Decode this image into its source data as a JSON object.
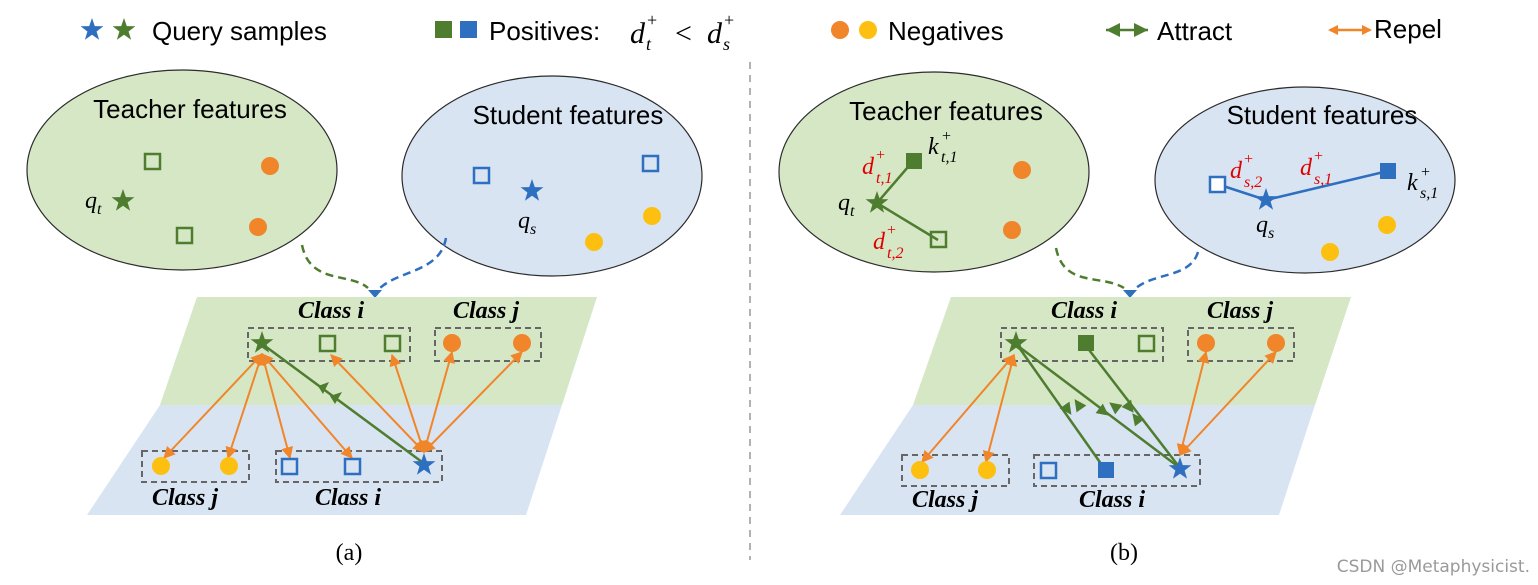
{
  "legend": {
    "query_label": "Query samples",
    "positives_label": "Positives:",
    "positives_formula_dt": "d",
    "positives_formula_lt": "<",
    "negatives_label": "Negatives",
    "attract_label": "Attract",
    "repel_label": "Repel",
    "sup_plus": "+",
    "sub_t": "t",
    "sub_s": "s"
  },
  "panel_a": {
    "teacher_title": "Teacher features",
    "student_title": "Student features",
    "qt_letter": "q",
    "qt_sub": "t",
    "qs_letter": "q",
    "qs_sub": "s",
    "class_i_top": "Class i",
    "class_j_top": "Class j",
    "class_j_bottom": "Class j",
    "class_i_bottom": "Class i",
    "caption": "(a)"
  },
  "panel_b": {
    "teacher_title": "Teacher features",
    "student_title": "Student features",
    "qt_letter": "q",
    "qt_sub": "t",
    "qs_letter": "q",
    "qs_sub": "s",
    "k_t1_letter": "k",
    "k_t1_sub": "t,1",
    "k_s1_letter": "k",
    "k_s1_sub": "s,1",
    "d_t1_letter": "d",
    "d_t1_sub": "t,1",
    "d_t2_letter": "d",
    "d_t2_sub": "t,2",
    "d_s1_letter": "d",
    "d_s1_sub": "s,1",
    "d_s2_letter": "d",
    "d_s2_sub": "s,2",
    "class_i_top": "Class i",
    "class_j_top": "Class j",
    "class_j_bottom": "Class j",
    "class_i_bottom": "Class i",
    "caption": "(b)"
  },
  "watermark": "CSDN @Metaphysicist.",
  "colors": {
    "teacher_green": "#4e7d2f",
    "student_blue": "#2f6fc0",
    "negative_orange": "#f0852a",
    "negative_yellow": "#fdc010",
    "repel_orange": "#f0852a",
    "distance_red": "#e00000",
    "green_fill": "#d6e7c6",
    "blue_fill": "#d9e4f3"
  }
}
